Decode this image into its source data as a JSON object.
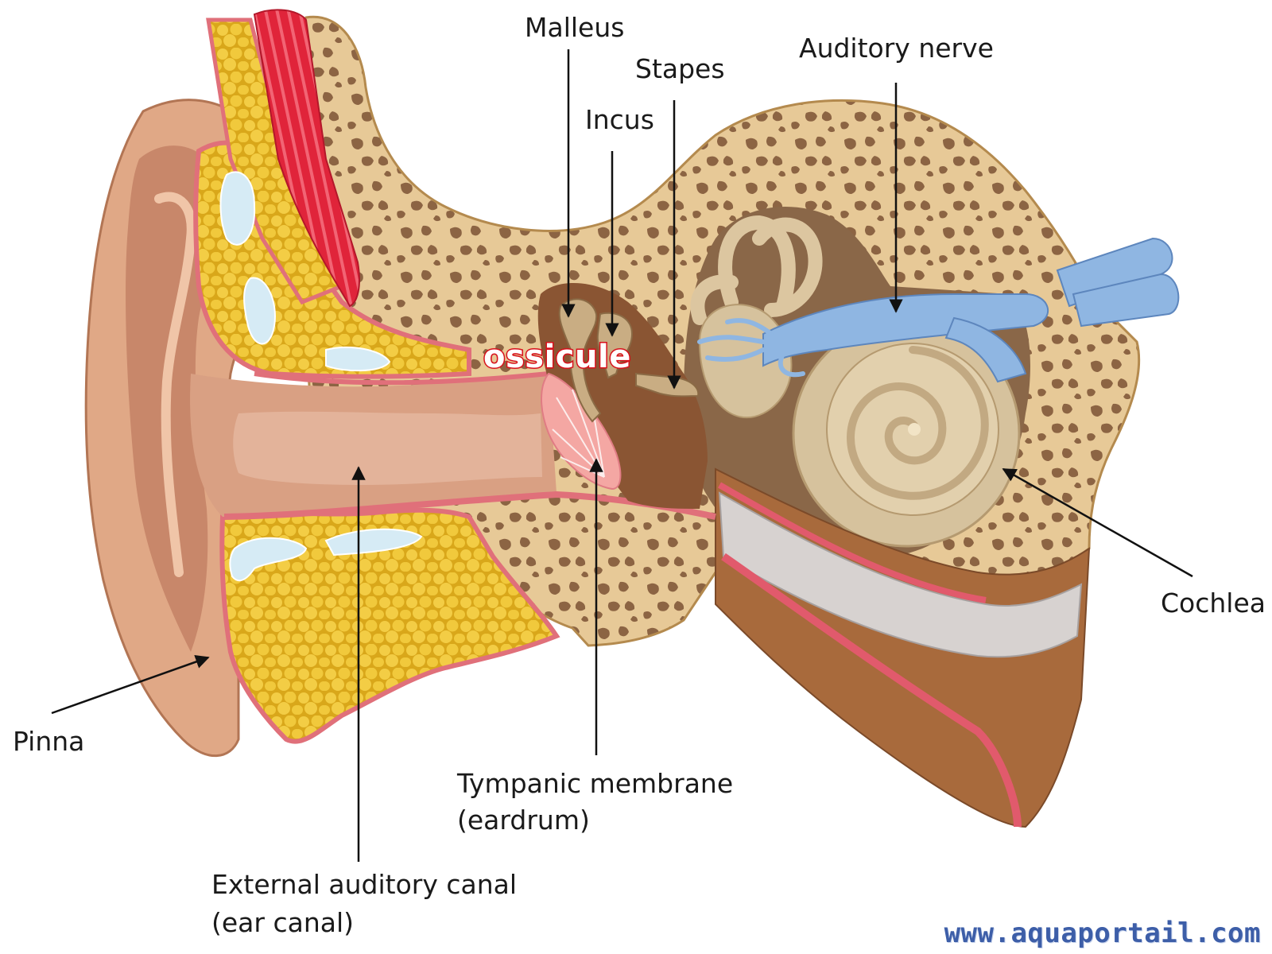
{
  "labels": {
    "malleus": "Malleus",
    "stapes": "Stapes",
    "incus": "Incus",
    "auditory_nerve": "Auditory nerve",
    "ossicule": "ossicule",
    "cochlea": "Cochlea",
    "pinna": "Pinna",
    "tympanic_line1": "Tympanic membrane",
    "tympanic_line2": "(eardrum)",
    "canal_line1": "External auditory canal",
    "canal_line2": "(ear canal)"
  },
  "watermark": "www.aquaportail.com",
  "colors": {
    "skin": "#e0a886",
    "canal": "#d9a083",
    "bone": "#e7c997",
    "bone_hole": "#8c6443",
    "fat": "#f1c93c",
    "cartilage": "#d6ebf5",
    "muscle": "#e0243a",
    "lining": "#e0707a",
    "cochlea": "#d6c29d",
    "nerve": "#8fb6e2",
    "middle_ear": "#8a5533",
    "eardrum": "#f4a7a3",
    "ossicule_text": "#d8121c",
    "watermark": "#3d5ea8"
  }
}
